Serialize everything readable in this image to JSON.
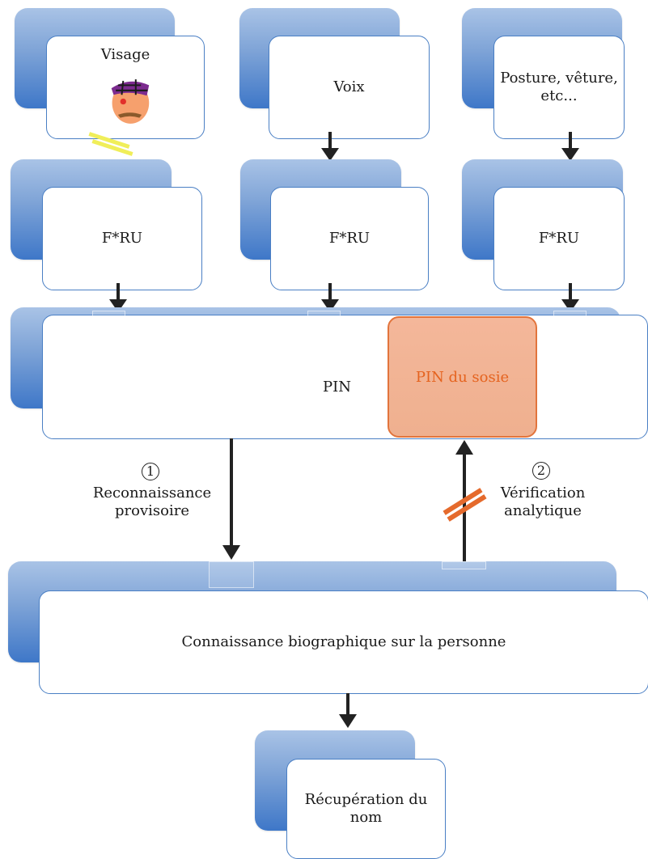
{
  "sources": {
    "visage": "Visage",
    "voix": "Voix",
    "posture": "Posture, vêture,\netc..."
  },
  "fru": {
    "left": "F*RU",
    "middle": "F*RU",
    "right": "F*RU"
  },
  "pin": {
    "label": "PIN",
    "sosie": "PIN du sosie"
  },
  "paths": {
    "left_num": "1",
    "left_label": "Reconnaissance\nprovisoire",
    "right_num": "2",
    "right_label": "Vérification\nanalytique"
  },
  "biography": {
    "label": "Connaissance biographique sur la personne"
  },
  "name": {
    "label": "Récupération du\nnom"
  },
  "colors": {
    "blue_border": "#4a7fc4",
    "blue_fill_top": "#a9c3e6",
    "blue_fill_bottom": "#3e77c8",
    "orange_text": "#e5631f",
    "orange_box": "#f4b79a",
    "yellow_mark": "#f0ee59",
    "orange_mark": "#e56a2c"
  },
  "icons": {
    "face": "face-icon",
    "arrow": "down-arrow-icon",
    "up_arrow": "up-arrow-icon",
    "blocked_mark": "double-slash-icon"
  }
}
